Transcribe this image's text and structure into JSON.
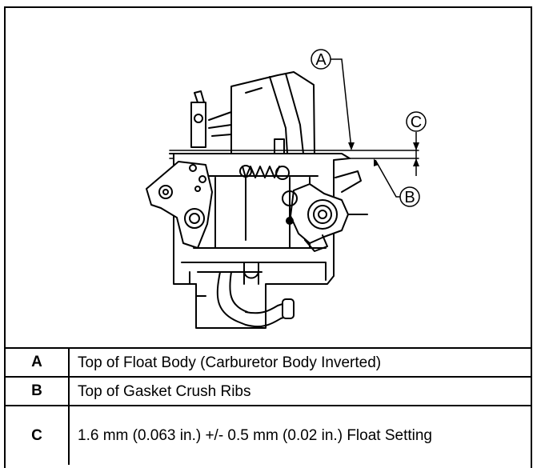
{
  "callouts": {
    "a": "A",
    "b": "B",
    "c": "C"
  },
  "legend": [
    {
      "key": "A",
      "text": "Top of Float Body (Carburetor Body Inverted)"
    },
    {
      "key": "B",
      "text": "Top of Gasket Crush Ribs"
    },
    {
      "key": "C",
      "text": "1.6 mm (0.063 in.) +/- 0.5 mm (0.02 in.) Float Setting"
    }
  ],
  "colors": {
    "line": "#000000",
    "background": "#ffffff"
  }
}
